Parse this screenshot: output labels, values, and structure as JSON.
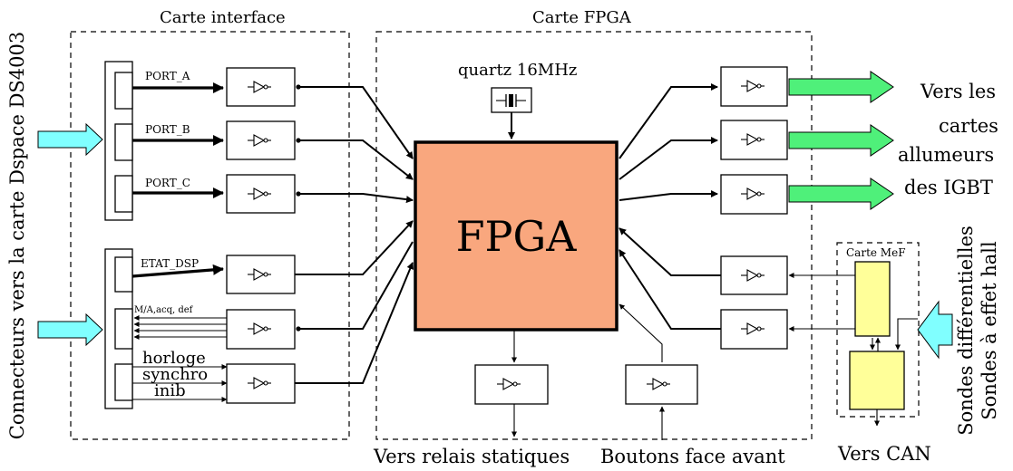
{
  "sections": {
    "interface_title": "Carte interface",
    "fpga_title": "Carte FPGA",
    "mef_title": "Carte MeF"
  },
  "labels": {
    "left_vertical": "Connecteurs vers la carte Dspace DS4003",
    "port_a": "PORT_A",
    "port_b": "PORT_B",
    "port_c": "PORT_C",
    "etat_dsp": "ETAT_DSP",
    "ma_acq_def": "M/A,acq, def",
    "horloge": "horloge",
    "synchro": "synchro",
    "inib": "inib",
    "quartz": "quartz 16MHz",
    "fpga": "FPGA",
    "vers_les_1": "Vers les",
    "vers_les_2": "cartes",
    "vers_les_3": "allumeurs",
    "vers_les_4": "des IGBT",
    "sondes_1": "Sondes différentielles",
    "sondes_2": "Sondes à effet hall",
    "vers_relais": "Vers relais statiques",
    "boutons": "Boutons face avant",
    "vers_can": "Vers CAN"
  },
  "colors": {
    "fpga_fill": "#f9a77e",
    "cyan_arrow": "#80ffff",
    "green_arrow": "#4ff07a",
    "yellow_block": "#ffff99"
  }
}
